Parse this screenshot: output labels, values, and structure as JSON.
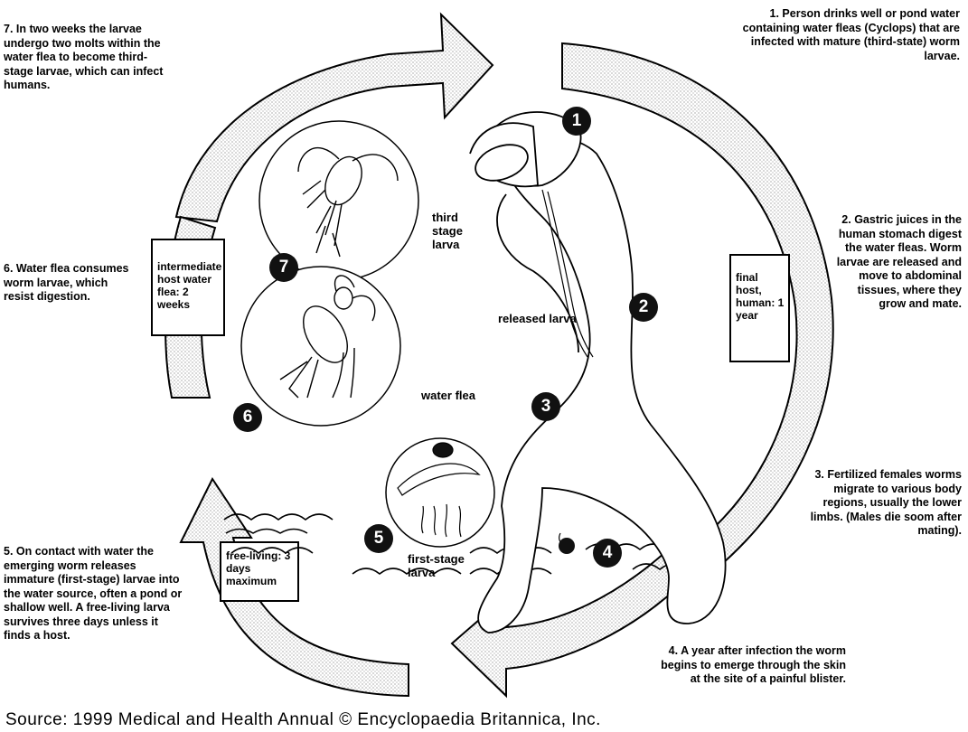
{
  "steps": {
    "s1": "1.  Person drinks well or pond water containing water fleas (Cyclops) that are infected with mature (third-state) worm larvae.",
    "s2": "2.  Gastric juices in the human stomach digest the water fleas. Worm larvae are released and move to abdominal tissues, where they grow and mate.",
    "s3": "3.  Fertilized females worms migrate to various body regions, usually the lower limbs. (Males die soom after mating).",
    "s4": "4.  A year after infection the worm begins to emerge through the skin at the site of a painful blister.",
    "s5": "5.  On contact with water the emerging worm releases immature (first-stage) larvae into the water source, often a pond or shallow well. A free-living larva survives three days unless it finds a host.",
    "s6": "6.  Water flea consumes worm larvae, which resist digestion.",
    "s7": "7.  In two weeks the larvae undergo two molts within the water flea to become third-stage larvae, which can infect humans."
  },
  "labels": {
    "third_stage": "third stage larva",
    "released_larva": "released larva",
    "water_flea": "water flea",
    "first_stage": "first-stage larva",
    "final_host": "final host, human: 1 year",
    "intermediate_host": "intermediate host water flea: 2 weeks",
    "free_living": "free-living: 3 days maximum"
  },
  "badges": [
    "1",
    "2",
    "3",
    "4",
    "5",
    "6",
    "7"
  ],
  "source": "Source: 1999 Medical and Health Annual © Encyclopaedia Britannica, Inc."
}
